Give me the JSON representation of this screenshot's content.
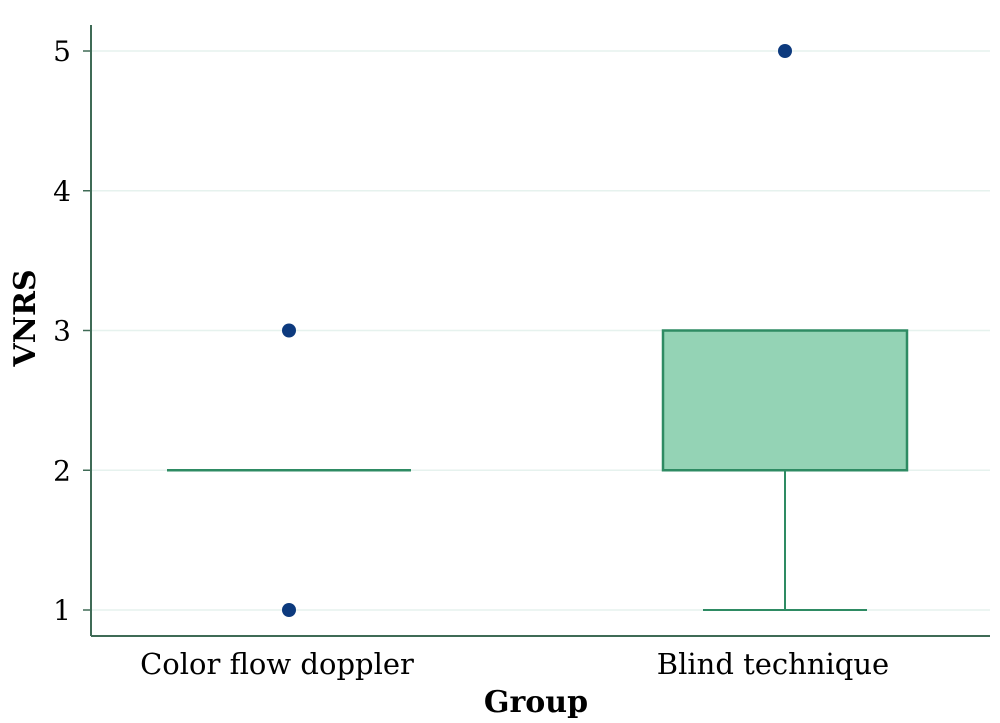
{
  "chart_data": {
    "type": "box",
    "xlabel": "Group",
    "ylabel": "VNRS",
    "ylim": [
      0.7,
      5.2
    ],
    "yticks": [
      1,
      2,
      3,
      4,
      5
    ],
    "grid": true,
    "categories": [
      "Color flow doppler",
      "Blind technique"
    ],
    "boxes": [
      {
        "category": "Color flow doppler",
        "q1": 2,
        "median": 2,
        "q3": 2,
        "whisker_low": 2,
        "whisker_high": 2,
        "outliers": [
          3,
          1
        ]
      },
      {
        "category": "Blind technique",
        "q1": 2,
        "median": 2,
        "q3": 3,
        "whisker_low": 1,
        "whisker_high": 3,
        "outliers": [
          5
        ]
      }
    ],
    "colors": {
      "box_fill": "#94d3b5",
      "box_stroke": "#2e8b63",
      "outlier": "#0d3a7e",
      "axis": "#3f6b56",
      "grid": "#e6f2ee"
    }
  }
}
